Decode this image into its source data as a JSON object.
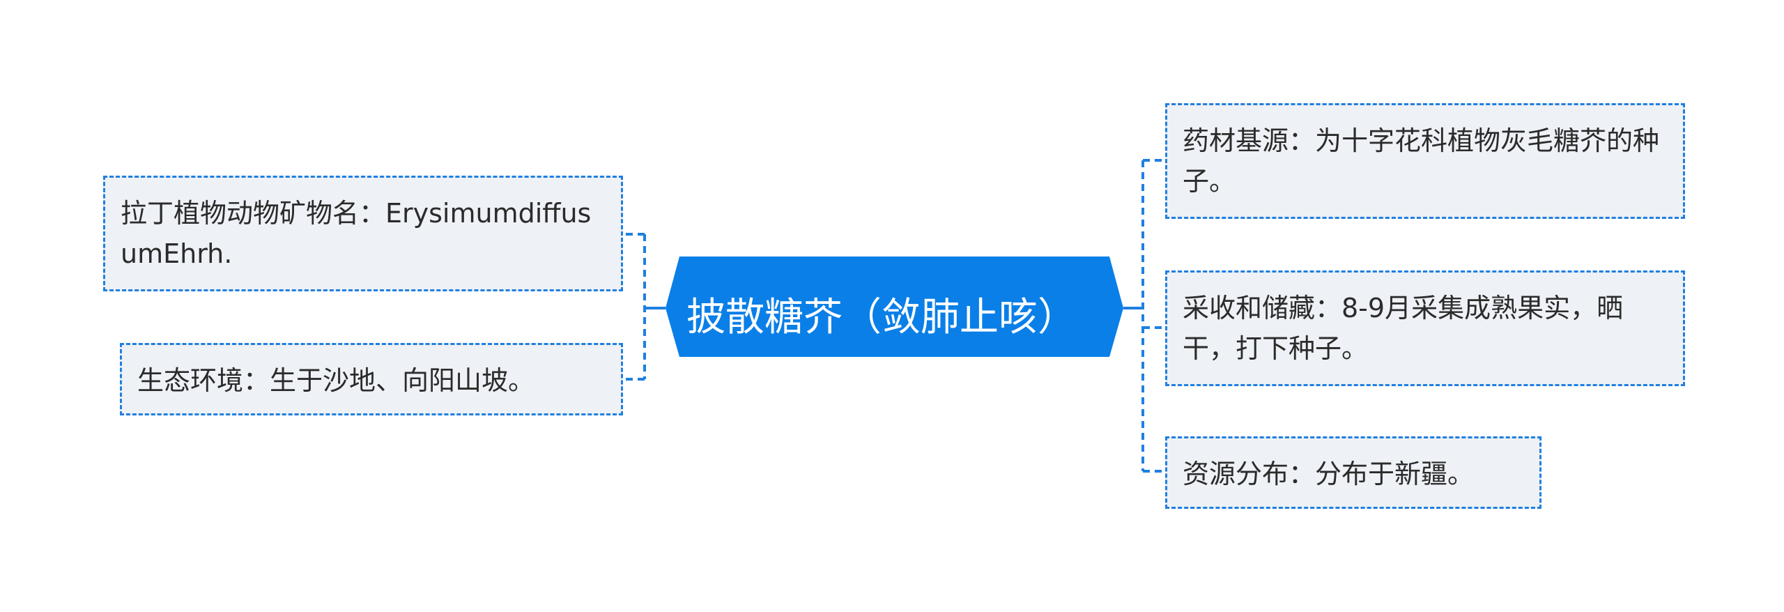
{
  "root": {
    "label": "披散糖芥（敛肺止咳）",
    "color": "#0a7fe8"
  },
  "colors": {
    "connector": "#1f7fe0",
    "node_border": "#1f7fe0",
    "node_fill": "#eef1f5",
    "node_text": "#2b2b2b"
  },
  "left_nodes": [
    {
      "text": "拉丁植物动物矿物名：ErysimumdiffusumEhrh."
    },
    {
      "text": "生态环境：生于沙地、向阳山坡。"
    }
  ],
  "right_nodes": [
    {
      "text": "药材基源：为十字花科植物灰毛糖芥的种子。"
    },
    {
      "text": "采收和储藏：8-9月采集成熟果实，晒干，打下种子。"
    },
    {
      "text": "资源分布：分布于新疆。"
    }
  ]
}
